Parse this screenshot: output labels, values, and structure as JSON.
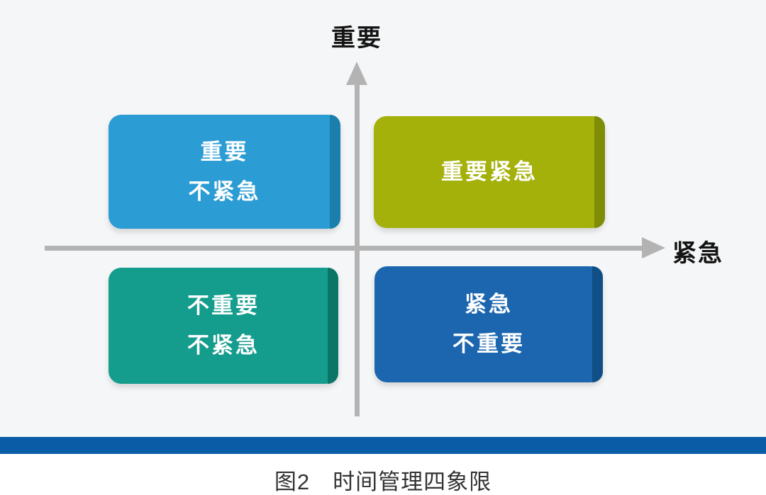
{
  "figure": {
    "caption": "图2　时间管理四象限",
    "caption_color": "#333333",
    "background_color": "#f5f6f7",
    "divider_bar_color": "#0b5ca6"
  },
  "axes": {
    "y_label": "重要",
    "x_label": "紧急",
    "line_color": "#b3b3b3",
    "label_color": "#141414"
  },
  "quadrants": {
    "top_left": {
      "line1": "重要",
      "line2": "不紧急",
      "color": "#2b9cd4",
      "edge_color": "#1b7fae"
    },
    "top_right": {
      "line1": "重要紧急",
      "color": "#a4b10b",
      "edge_color": "#7f8c06"
    },
    "bottom_left": {
      "line1": "不重要",
      "line2": "不紧急",
      "color": "#149c8c",
      "edge_color": "#0b7568"
    },
    "bottom_right": {
      "line1": "紧急",
      "line2": "不重要",
      "color": "#1b66ae",
      "edge_color": "#104e86"
    }
  }
}
